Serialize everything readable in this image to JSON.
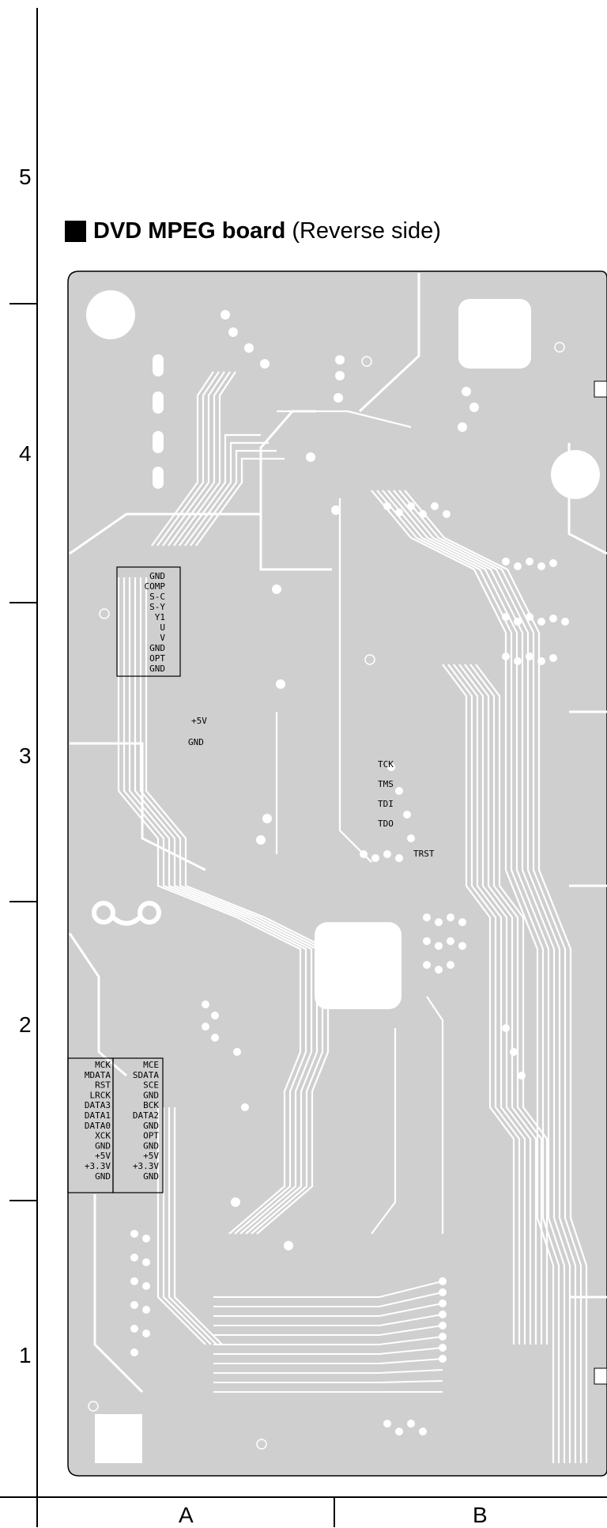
{
  "heading": {
    "title": "DVD MPEG board",
    "subtitle": "(Reverse side)"
  },
  "grid": {
    "rows": [
      "5",
      "4",
      "3",
      "2",
      "1"
    ],
    "columns": [
      "A",
      "B"
    ]
  },
  "labels": {
    "video_connector": [
      "GND",
      "COMP",
      "S-C",
      "S-Y",
      "Y1",
      "U",
      "V",
      "GND",
      "OPT",
      "GND"
    ],
    "power_test": [
      "+5V",
      "GND"
    ],
    "jtag": [
      "TCK",
      "TMS",
      "TDI",
      "TDO",
      "TRST"
    ],
    "audio_left": [
      "MCK",
      "MDATA",
      "RST",
      "LRCK",
      "DATA3",
      "DATA1",
      "DATA0",
      "XCK",
      "GND",
      "+5V",
      "+3.3V",
      "GND"
    ],
    "audio_right": [
      "MCE",
      "SDATA",
      "SCE",
      "GND",
      "BCK",
      "DATA2",
      "GND",
      "OPT",
      "GND",
      "+5V",
      "+3.3V",
      "GND"
    ]
  },
  "colors": {
    "board": "#cfcfcf",
    "trace": "#ffffff",
    "outline": "#000000"
  }
}
